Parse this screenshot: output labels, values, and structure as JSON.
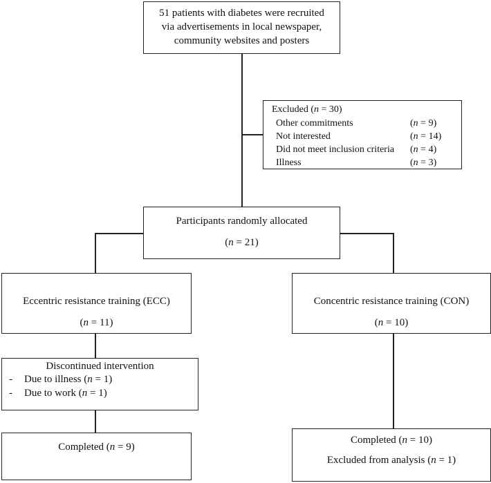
{
  "recruited": {
    "line1": "51 patients with diabetes were recruited",
    "line2": "via advertisements in local newspaper,",
    "line3": "community websites and posters"
  },
  "excluded": {
    "title_prefix": "Excluded (",
    "n_var": "n",
    "title_val": " = 30)",
    "items": [
      {
        "label": "Other commitments",
        "val": " = 9)"
      },
      {
        "label": "Not interested",
        "val": " = 14)"
      },
      {
        "label": "Did not meet inclusion criteria",
        "val": " = 4)"
      },
      {
        "label": "Illness",
        "val": " = 3)"
      }
    ],
    "open_paren": "("
  },
  "allocated": {
    "title": "Participants randomly allocated",
    "n_val": " = 21)"
  },
  "ecc": {
    "title": "Eccentric resistance training (ECC)",
    "n_val": " = 11)"
  },
  "con": {
    "title": "Concentric resistance training (CON)",
    "n_val": " = 10)"
  },
  "discontinued": {
    "title": "Discontinued intervention",
    "dash": "-",
    "item1_prefix": "Due to illness (",
    "item1_val": " = 1)",
    "item2_prefix": "Due to work (",
    "item2_val": " = 1)"
  },
  "ecc_completed": {
    "prefix": "Completed (",
    "val": " = 9)"
  },
  "con_completed": {
    "prefix": "Completed (",
    "val": " = 10)",
    "excl_prefix": "Excluded from analysis (",
    "excl_val": " = 1)"
  }
}
